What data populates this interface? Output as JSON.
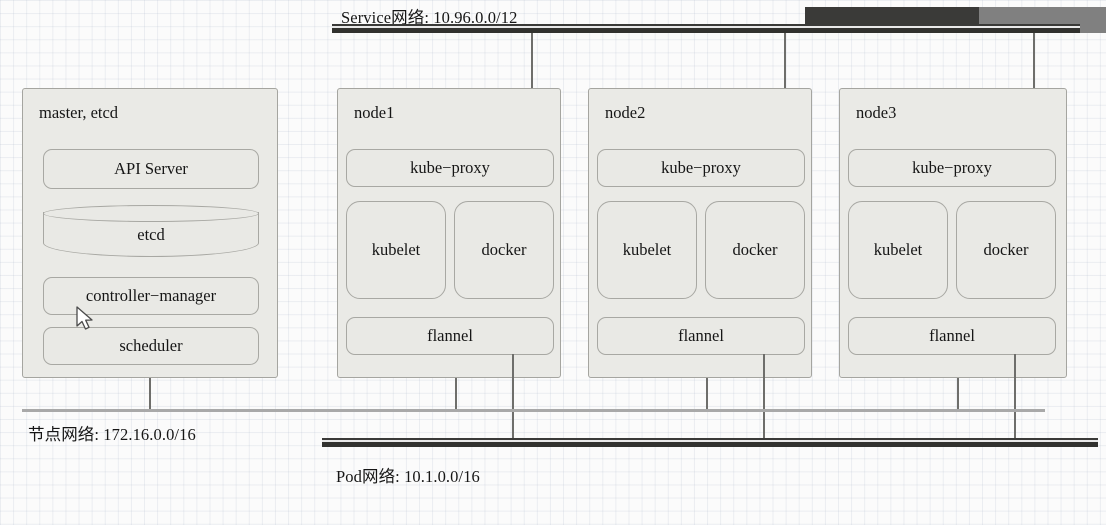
{
  "diagram": {
    "title": "Kubernetes cluster network architecture",
    "networks": {
      "service": {
        "label": "Service网络: 10.96.0.0/12",
        "cidr": "10.96.0.0/12"
      },
      "node": {
        "label": "节点网络: 172.16.0.0/16",
        "cidr": "172.16.0.0/16"
      },
      "pod": {
        "label": "Pod网络: 10.1.0.0/16",
        "cidr": "10.1.0.0/16"
      }
    },
    "master": {
      "title": "master, etcd",
      "components": {
        "api_server": "API Server",
        "etcd": "etcd",
        "controller_manager": "controller−manager",
        "scheduler": "scheduler"
      }
    },
    "nodes": [
      {
        "title": "node1",
        "kube_proxy": "kube−proxy",
        "kubelet": "kubelet",
        "docker": "docker",
        "flannel": "flannel"
      },
      {
        "title": "node2",
        "kube_proxy": "kube−proxy",
        "kubelet": "kubelet",
        "docker": "docker",
        "flannel": "flannel"
      },
      {
        "title": "node3",
        "kube_proxy": "kube−proxy",
        "kubelet": "kubelet",
        "docker": "docker",
        "flannel": "flannel"
      }
    ],
    "colors": {
      "background": "#fbfbfb",
      "grid": "#b0bacc",
      "box_fill": "#eaeae6",
      "box_border": "#a5a5a0",
      "bus_dark": "#32322f",
      "line_gray": "#a9a9a9",
      "overlay_dark": "#3a3a38",
      "overlay_gray": "#808080",
      "text": "#161616"
    }
  }
}
